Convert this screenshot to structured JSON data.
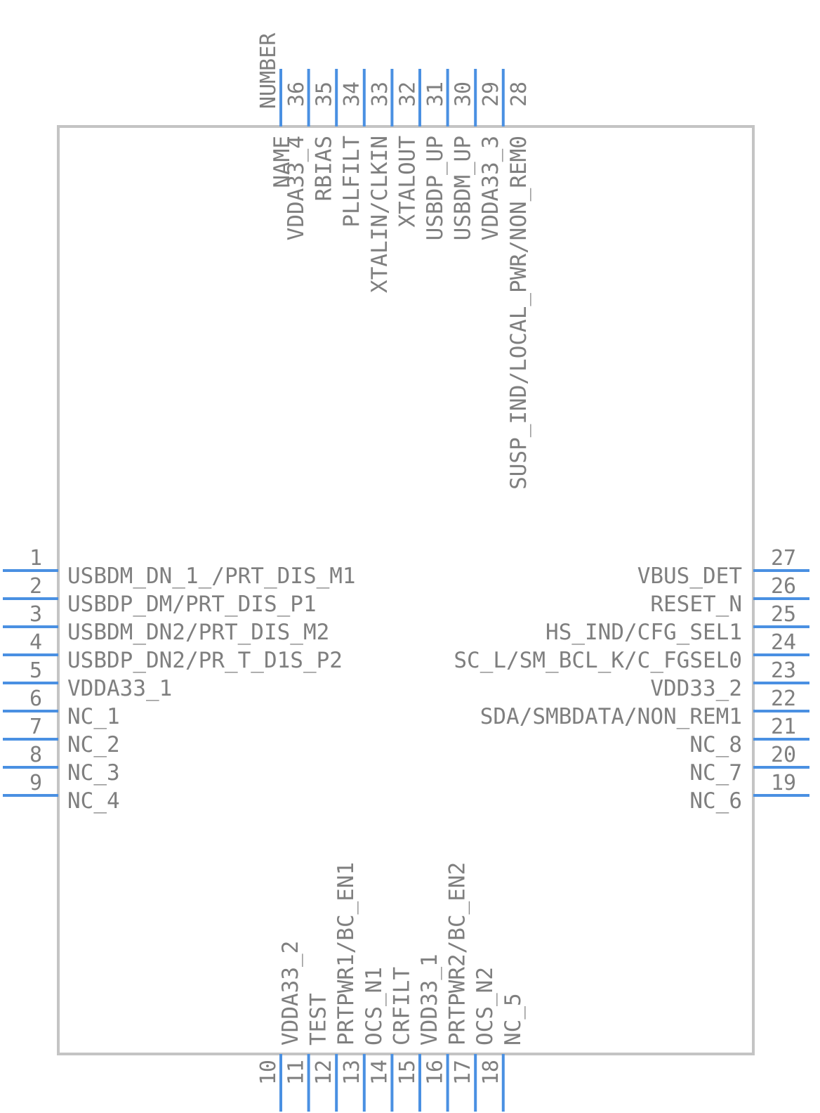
{
  "header_labels": {
    "number": "NUMBER",
    "name": "NAME"
  },
  "left_pins": [
    {
      "num": "1",
      "name": "USBDM_DN_1_/PRT_DIS_M1"
    },
    {
      "num": "2",
      "name": "USBDP_DM/PRT_DIS_P1"
    },
    {
      "num": "3",
      "name": "USBDM_DN2/PRT_DIS_M2"
    },
    {
      "num": "4",
      "name": "USBDP_DN2/PR_T_D1S_P2"
    },
    {
      "num": "5",
      "name": "VDDA33_1"
    },
    {
      "num": "6",
      "name": "NC_1"
    },
    {
      "num": "7",
      "name": "NC_2"
    },
    {
      "num": "8",
      "name": "NC_3"
    },
    {
      "num": "9",
      "name": "NC_4"
    }
  ],
  "right_pins": [
    {
      "num": "27",
      "name": "VBUS_DET"
    },
    {
      "num": "26",
      "name": "RESET_N"
    },
    {
      "num": "25",
      "name": "HS_IND/CFG_SEL1"
    },
    {
      "num": "24",
      "name": "SC_L/SM_BCL_K/C_FGSEL0"
    },
    {
      "num": "23",
      "name": "VDD33_2"
    },
    {
      "num": "22",
      "name": "SDA/SMBDATA/NON_REM1"
    },
    {
      "num": "21",
      "name": "NC_8"
    },
    {
      "num": "20",
      "name": "NC_7"
    },
    {
      "num": "19",
      "name": "NC_6"
    }
  ],
  "top_pins": [
    {
      "num": "36",
      "name": "VDDA33_4"
    },
    {
      "num": "35",
      "name": "RBIAS"
    },
    {
      "num": "34",
      "name": "PLLFILT"
    },
    {
      "num": "33",
      "name": "XTALIN/CLKIN"
    },
    {
      "num": "32",
      "name": "XTALOUT"
    },
    {
      "num": "31",
      "name": "USBDP_UP"
    },
    {
      "num": "30",
      "name": "USBDM_UP"
    },
    {
      "num": "29",
      "name": "VDDA33_3"
    },
    {
      "num": "28",
      "name": "SUSP_IND/LOCAL_PWR/NON_REM0"
    }
  ],
  "bottom_pins": [
    {
      "num": "10",
      "name": "VDDA33_2"
    },
    {
      "num": "11",
      "name": "TEST"
    },
    {
      "num": "12",
      "name": "PRTPWR1/BC_EN1"
    },
    {
      "num": "13",
      "name": "OCS_N1"
    },
    {
      "num": "14",
      "name": "CRFILT"
    },
    {
      "num": "15",
      "name": "VDD33_1"
    },
    {
      "num": "16",
      "name": "PRTPWR2/BC_EN2"
    },
    {
      "num": "17",
      "name": "OCS_N2"
    },
    {
      "num": "18",
      "name": "NC_5"
    }
  ]
}
